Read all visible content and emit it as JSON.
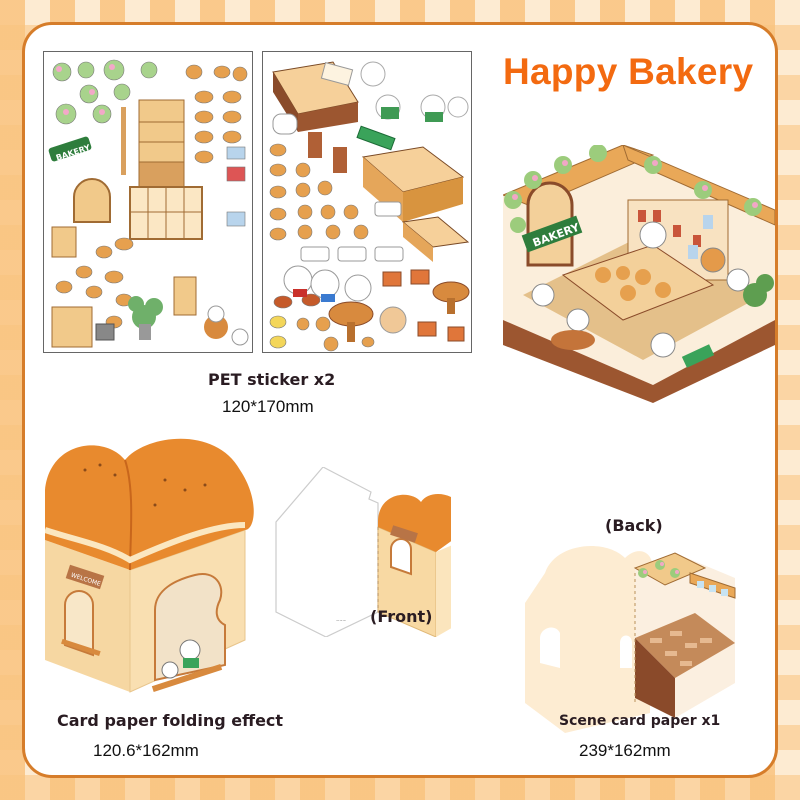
{
  "header": {
    "title": "Happy Bakery"
  },
  "colors": {
    "accent": "#f36a10",
    "frame": "#d67d2a",
    "checker_dark": "#f9c37f",
    "checker_light": "#fde9cc",
    "crust": "#e88a2e",
    "bread": "#f8dba4"
  },
  "stickers": {
    "label": "PET sticker x2",
    "size": "120*170mm",
    "sign_text": "BAKERY",
    "welcome_text": "WELCOME"
  },
  "card_fold": {
    "label": "Card paper folding effect",
    "size": "120.6*162mm"
  },
  "scene_card": {
    "label": "Scene card paper x1",
    "size": "239*162mm"
  },
  "views": {
    "front": "(Front)",
    "back": "(Back)"
  },
  "scene": {
    "sign_text": "BAKERY"
  }
}
